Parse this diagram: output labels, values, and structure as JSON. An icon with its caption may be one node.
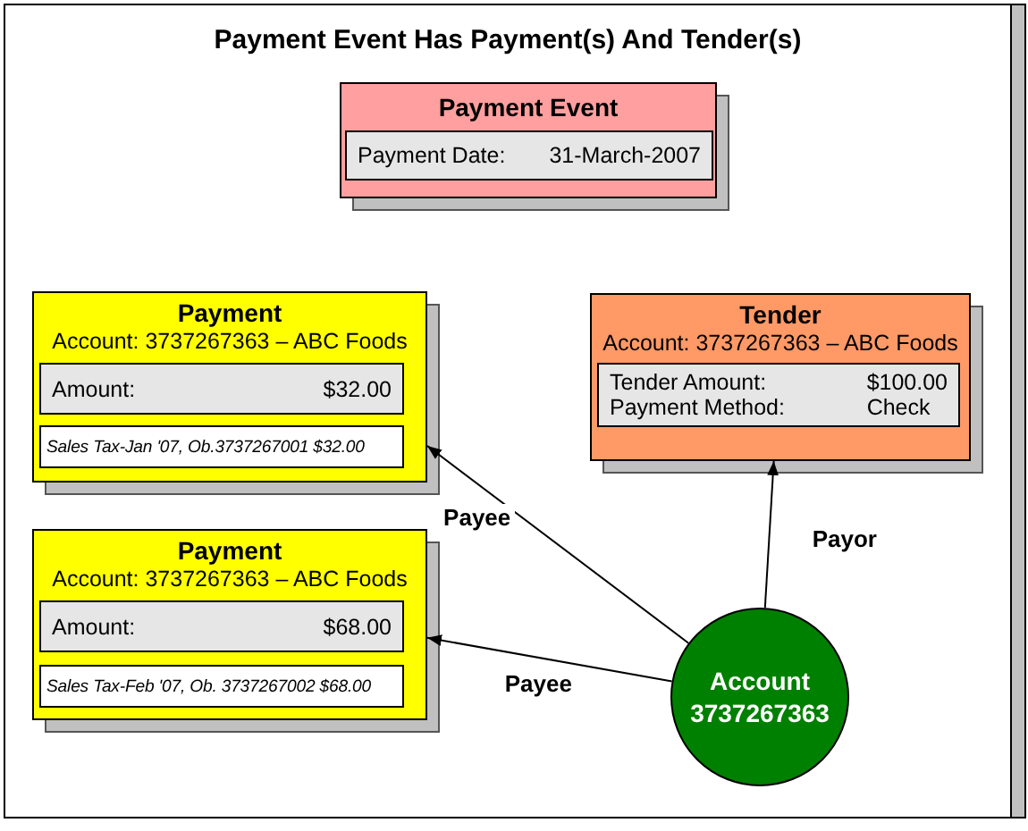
{
  "diagram": {
    "title": "Payment Event Has Payment(s) And Tender(s)",
    "nodes": [
      {
        "text": [
          "Payment Event"
        ]
      },
      {
        "text": [
          "Payment Date:",
          "31-March-2007"
        ],
        "in": 0
      },
      {
        "text": [
          "Payment",
          "Account: 3737267363 – ABC Foods"
        ]
      },
      {
        "text": [
          "Amount:",
          "$32.00"
        ],
        "in": 2
      },
      {
        "text": [
          "Sales Tax-Jan '07, Ob.3737267001 $32.00"
        ],
        "in": 2
      },
      {
        "text": [
          "Tender",
          "Account: 3737267363 – ABC Foods"
        ]
      },
      {
        "text": [
          "Tender Amount:",
          "$100.00",
          "Payment Method:",
          "Check"
        ],
        "in": 5
      },
      {
        "text": [
          "Payment",
          "Account: 3737267363 – ABC Foods"
        ]
      },
      {
        "text": [
          "Amount:",
          "$68.00"
        ],
        "in": 7
      },
      {
        "text": [
          "Sales Tax-Feb '07, Ob. 3737267002 $68.00"
        ],
        "in": 7
      },
      {
        "text": [
          "Account 3737267363"
        ]
      }
    ],
    "edges": [
      {
        "from": 10,
        "to": 2,
        "arrow": "to",
        "label": "Payee"
      },
      {
        "from": 10,
        "to": 7,
        "arrow": "to",
        "label": "Payee"
      },
      {
        "from": 10,
        "to": 5,
        "arrow": "to",
        "label": "Payor"
      }
    ]
  }
}
